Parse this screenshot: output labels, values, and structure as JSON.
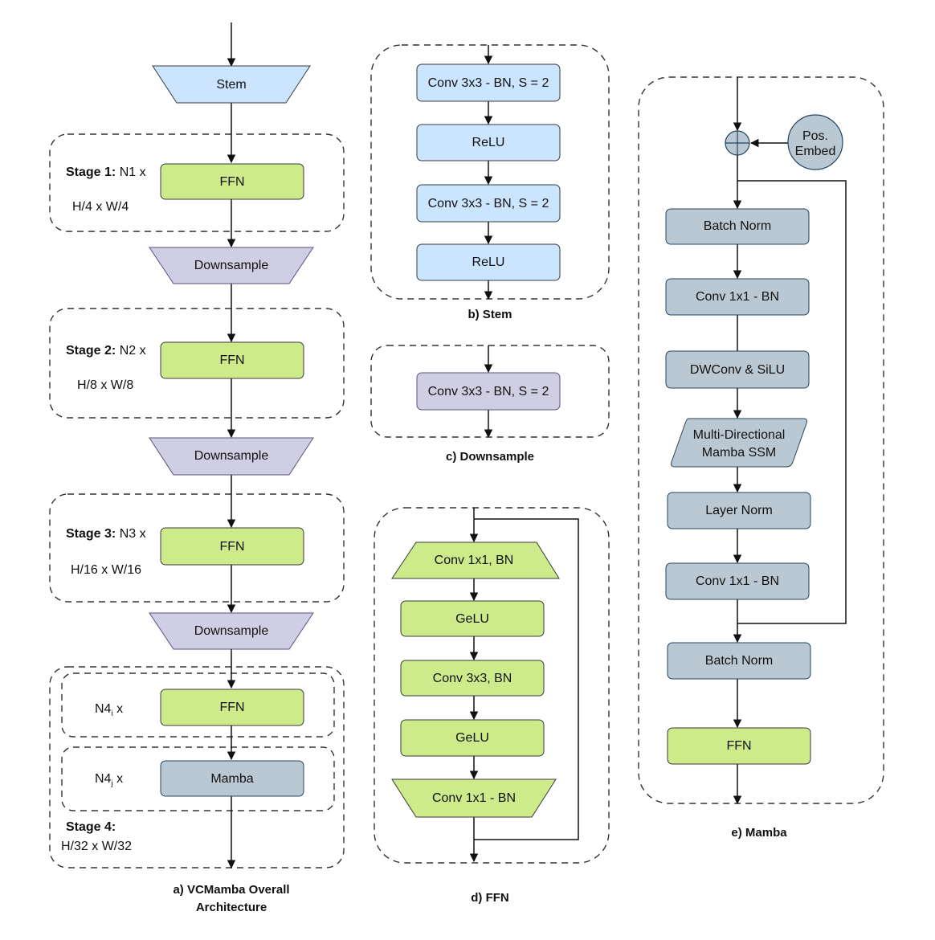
{
  "colors": {
    "blue": "#cce5ff",
    "blue_stroke": "#36393d",
    "green": "#cdeb8b",
    "green_stroke": "#36393d",
    "purple": "#d0cee2",
    "purple_stroke": "#56517e",
    "gray": "#bac8d3",
    "gray_stroke": "#23445d"
  },
  "overall": {
    "caption_line1": "a) VCMamba Overall",
    "caption_line2": "Architecture",
    "stem": "Stem",
    "stage1": {
      "title": "Stage 1:",
      "count": "N1 x",
      "res": "H/4 x W/4",
      "ffn": "FFN"
    },
    "down1": "Downsample",
    "stage2": {
      "title": "Stage 2:",
      "count": "N2 x",
      "res": "H/8 x W/8",
      "ffn": "FFN"
    },
    "down2": "Downsample",
    "stage3": {
      "title": "Stage 3:",
      "count": "N3 x",
      "res": "H/16 x W/16",
      "ffn": "FFN"
    },
    "down3": "Downsample",
    "stage4": {
      "title": "Stage 4:",
      "res": "H/32 x W/32",
      "ni_base": "N4",
      "ni_sub": "i",
      "ni_tail": " x",
      "nj_base": "N4",
      "nj_sub": "j",
      "nj_tail": " x",
      "ffn": "FFN",
      "mamba": "Mamba"
    }
  },
  "stem_block": {
    "caption": "b)  Stem",
    "conv1": "Conv 3x3 - BN, S = 2",
    "relu1": "ReLU",
    "conv2": "Conv 3x3 - BN, S = 2",
    "relu2": "ReLU"
  },
  "downsample_block": {
    "caption": "c) Downsample",
    "conv": "Conv 3x3 - BN, S = 2"
  },
  "ffn_block": {
    "caption": "d) FFN",
    "conv1": "Conv 1x1, BN",
    "gelu1": "GeLU",
    "conv3": "Conv 3x3, BN",
    "gelu2": "GeLU",
    "conv1b": "Conv 1x1 - BN"
  },
  "mamba_block": {
    "caption": "e) Mamba",
    "pos_line1": "Pos.",
    "pos_line2": "Embed",
    "bn1": "Batch Norm",
    "conv1": "Conv 1x1 - BN",
    "dwconv": "DWConv & SiLU",
    "ssm_line1": "Multi-Directional",
    "ssm_line2": "Mamba SSM",
    "ln": "Layer Norm",
    "conv2": "Conv 1x1 - BN",
    "bn2": "Batch Norm",
    "ffn": "FFN"
  }
}
